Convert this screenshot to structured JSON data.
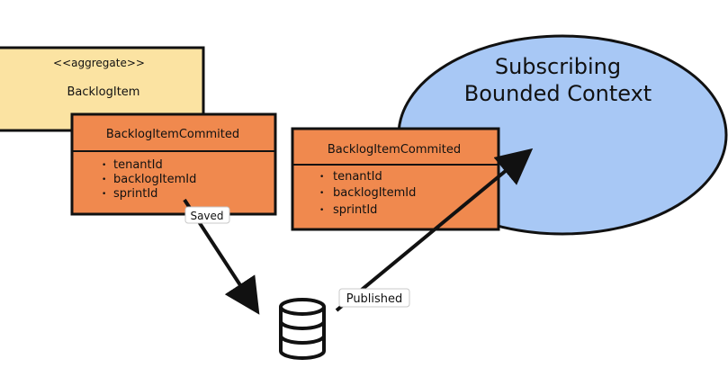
{
  "aggregate": {
    "stereotype": "<<aggregate>>",
    "name": "BacklogItem"
  },
  "event_left": {
    "title": "BacklogItemCommited",
    "fields": [
      "tenantId",
      "backlogItemId",
      "sprintId"
    ]
  },
  "event_right": {
    "title": "BacklogItemCommited",
    "fields": [
      "tenantId",
      "backlogItemId",
      "sprintId"
    ]
  },
  "context": {
    "line1": "Subscribing",
    "line2": "Bounded Context"
  },
  "arrows": {
    "saved_label": "Saved",
    "published_label": "Published"
  },
  "colors": {
    "aggregate_fill": "#fbe3a2",
    "event_fill": "#f0894e",
    "context_fill": "#a8c8f5",
    "stroke": "#111111",
    "tag_fill": "#ffffff",
    "tag_stroke": "#c8c8c8"
  },
  "icons": {
    "storage": "database-icon"
  }
}
